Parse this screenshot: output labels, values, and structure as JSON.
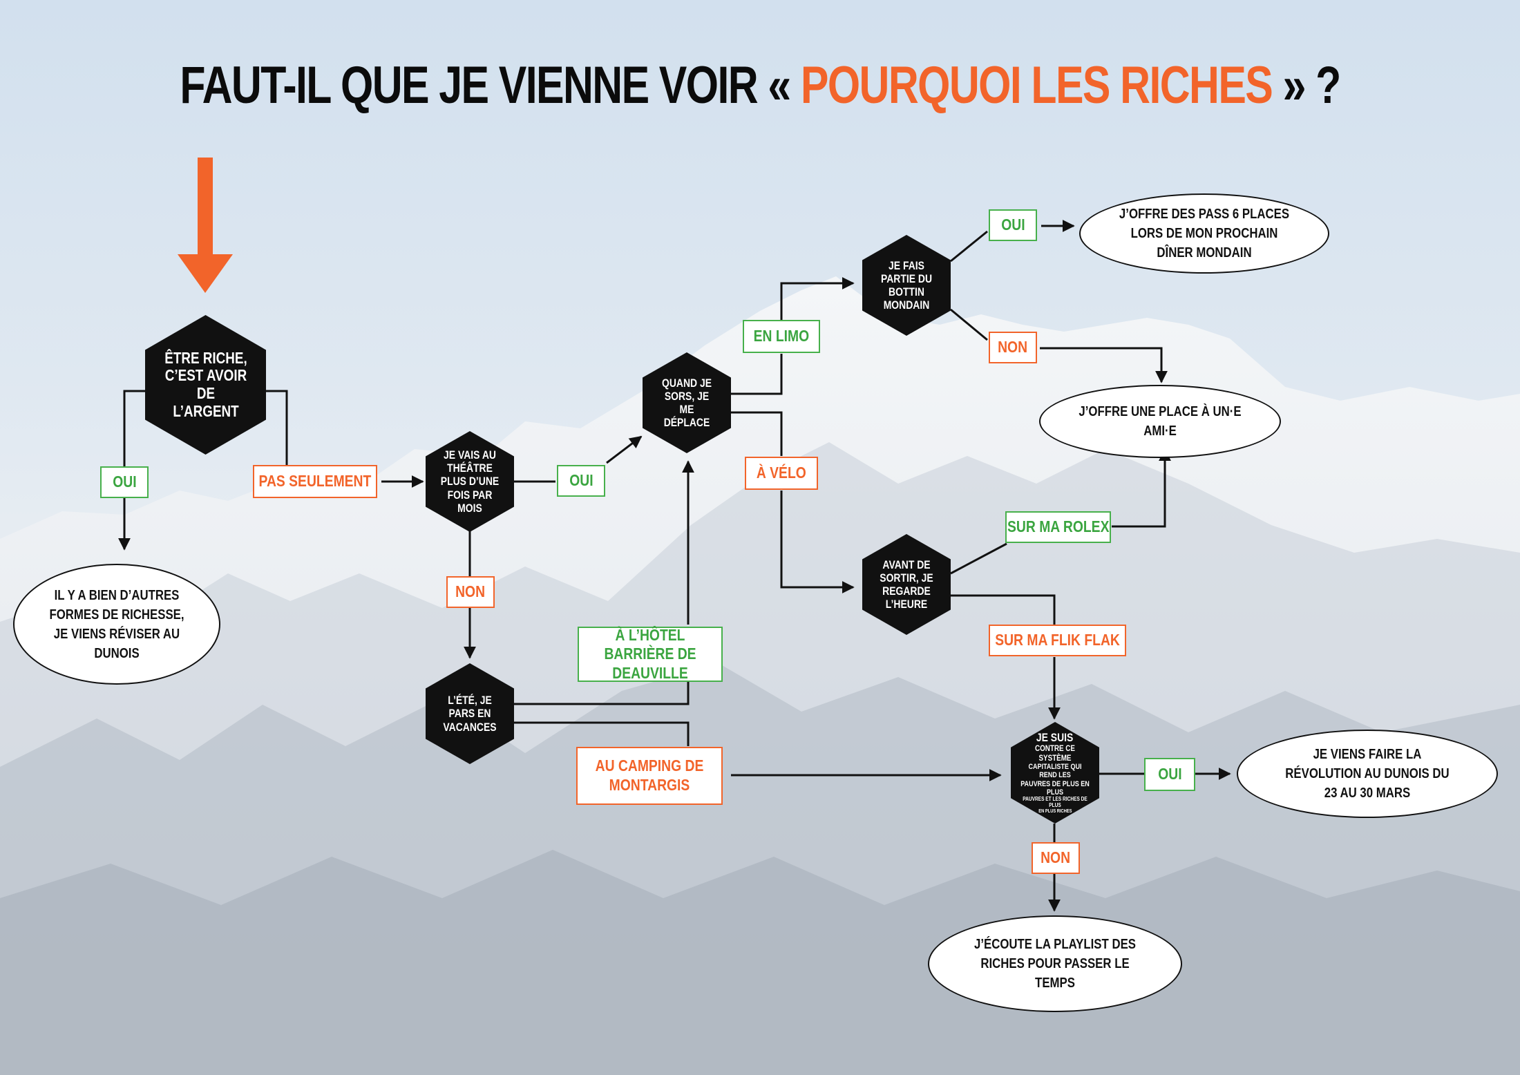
{
  "title": {
    "prefix": "FAUT-IL QUE JE VIENNE VOIR «",
    "highlight": "POURQUOI LES RICHES",
    "suffix": "» ?"
  },
  "colors": {
    "accent": "#f2642a",
    "yes": "#47b04b",
    "node": "#111111",
    "arrow": "#111111",
    "text": "#0b0b0b"
  },
  "icons": {
    "start": "down-arrow-icon"
  },
  "nodes": {
    "q_riche": "ÊTRE RICHE, C’EST AVOIR DE L’ARGENT",
    "q_theatre": "JE VAIS AU THÉÂTRE PLUS D’UNE FOIS PAR MOIS",
    "q_vacances": "L’ÉTÉ, JE PARS EN VACANCES",
    "q_deplace": "QUAND JE SORS, JE ME DÉPLACE",
    "q_bottin": "JE FAIS PARTIE DU BOTTIN MONDAIN",
    "q_heure": "AVANT DE SORTIR, JE REGARDE L’HEURE",
    "q_systeme_title": "JE SUIS",
    "q_systeme_l1": "CONTRE CE SYSTÈME",
    "q_systeme_l2": "CAPITALISTE QUI REND LES",
    "q_systeme_l3": "PAUVRES DE PLUS EN PLUS",
    "q_systeme_l4": "PAUVRES ET LES RICHES DE PLUS",
    "q_systeme_l5": "EN PLUS RICHES"
  },
  "labels": {
    "oui_riche": "OUI",
    "pas_seulement": "PAS SEULEMENT",
    "oui_theatre": "OUI",
    "non_theatre": "NON",
    "hotel": "À L’HÔTEL BARRIÈRE DE DEAUVILLE",
    "camping": "AU CAMPING DE MONTARGIS",
    "en_limo": "EN LIMO",
    "a_velo": "À VÉLO",
    "oui_bottin": "OUI",
    "non_bottin": "NON",
    "rolex": "SUR MA ROLEX",
    "flik_flak": "SUR MA FLIK FLAK",
    "oui_systeme": "OUI",
    "non_systeme": "NON"
  },
  "endings": {
    "richesse": "IL Y A BIEN D’AUTRES FORMES DE RICHESSE, JE VIENS RÉVISER AU DUNOIS",
    "pass6": "J’OFFRE DES PASS 6 PLACES LORS DE MON PROCHAIN DÎNER MONDAIN",
    "ami": "J’OFFRE UNE PLACE À UN·E AMI·E",
    "revolution": "JE VIENS FAIRE LA RÉVOLUTION AU DUNOIS DU 23 AU 30 MARS",
    "playlist": "J’ÉCOUTE LA PLAYLIST DES RICHES POUR PASSER LE TEMPS"
  }
}
